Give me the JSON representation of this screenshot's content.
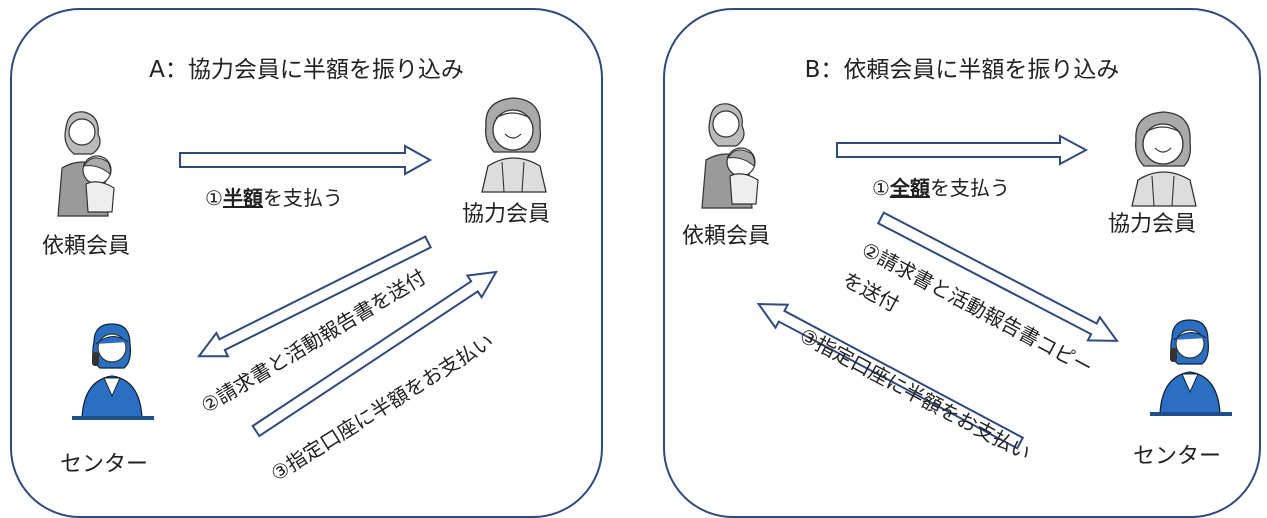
{
  "panel_a": {
    "title": "A：協力会員に半額を振り込み",
    "requester": "依頼会員",
    "helper": "協力会員",
    "center": "センター",
    "step1_prefix": "①",
    "step1_bold": "半額",
    "step1_suffix": "を支払う",
    "step2": "②請求書と活動報告書を送付",
    "step3": "③指定口座に半額をお支払い"
  },
  "panel_b": {
    "title": "B：依頼会員に半額を振り込み",
    "requester": "依頼会員",
    "helper": "協力会員",
    "center": "センター",
    "step1_prefix": "①",
    "step1_bold": "全額",
    "step1_suffix": "を支払う",
    "step2_line1": "②請求書と活動報告書コピー",
    "step2_line2": "を送付",
    "step3": "③指定口座に半額をお支払い"
  },
  "colors": {
    "frame": "#2f4a7f",
    "arrow": "#2f4a7f",
    "suit": "#2a6fc2"
  }
}
